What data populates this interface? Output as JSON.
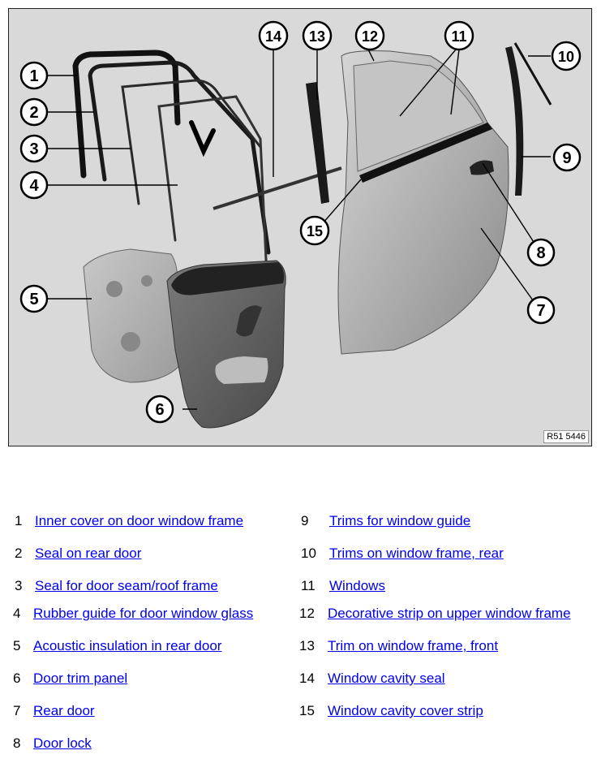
{
  "diagram": {
    "reference_code": "R51 5446",
    "callouts": [
      "1",
      "2",
      "3",
      "4",
      "5",
      "6",
      "7",
      "8",
      "9",
      "10",
      "11",
      "12",
      "13",
      "14",
      "15"
    ]
  },
  "legend": {
    "items": [
      {
        "number": "1",
        "label": "Inner cover on door window frame"
      },
      {
        "number": "2",
        "label": "Seal on rear door"
      },
      {
        "number": "3",
        "label": "Seal for door seam/roof frame"
      },
      {
        "number": "4",
        "label": "Rubber guide for door window glass"
      },
      {
        "number": "5",
        "label": "Acoustic insulation in rear door"
      },
      {
        "number": "6",
        "label": "Door trim panel"
      },
      {
        "number": "7",
        "label": "Rear door"
      },
      {
        "number": "8",
        "label": "Door lock"
      },
      {
        "number": "9",
        "label": "Trims for window guide"
      },
      {
        "number": "10",
        "label": "Trims on window frame, rear"
      },
      {
        "number": "11",
        "label": "Windows"
      },
      {
        "number": "12",
        "label": "Decorative strip on upper window frame"
      },
      {
        "number": "13",
        "label": "Trim on window frame, front"
      },
      {
        "number": "14",
        "label": "Window cavity seal"
      },
      {
        "number": "15",
        "label": "Window cavity cover strip"
      }
    ]
  }
}
